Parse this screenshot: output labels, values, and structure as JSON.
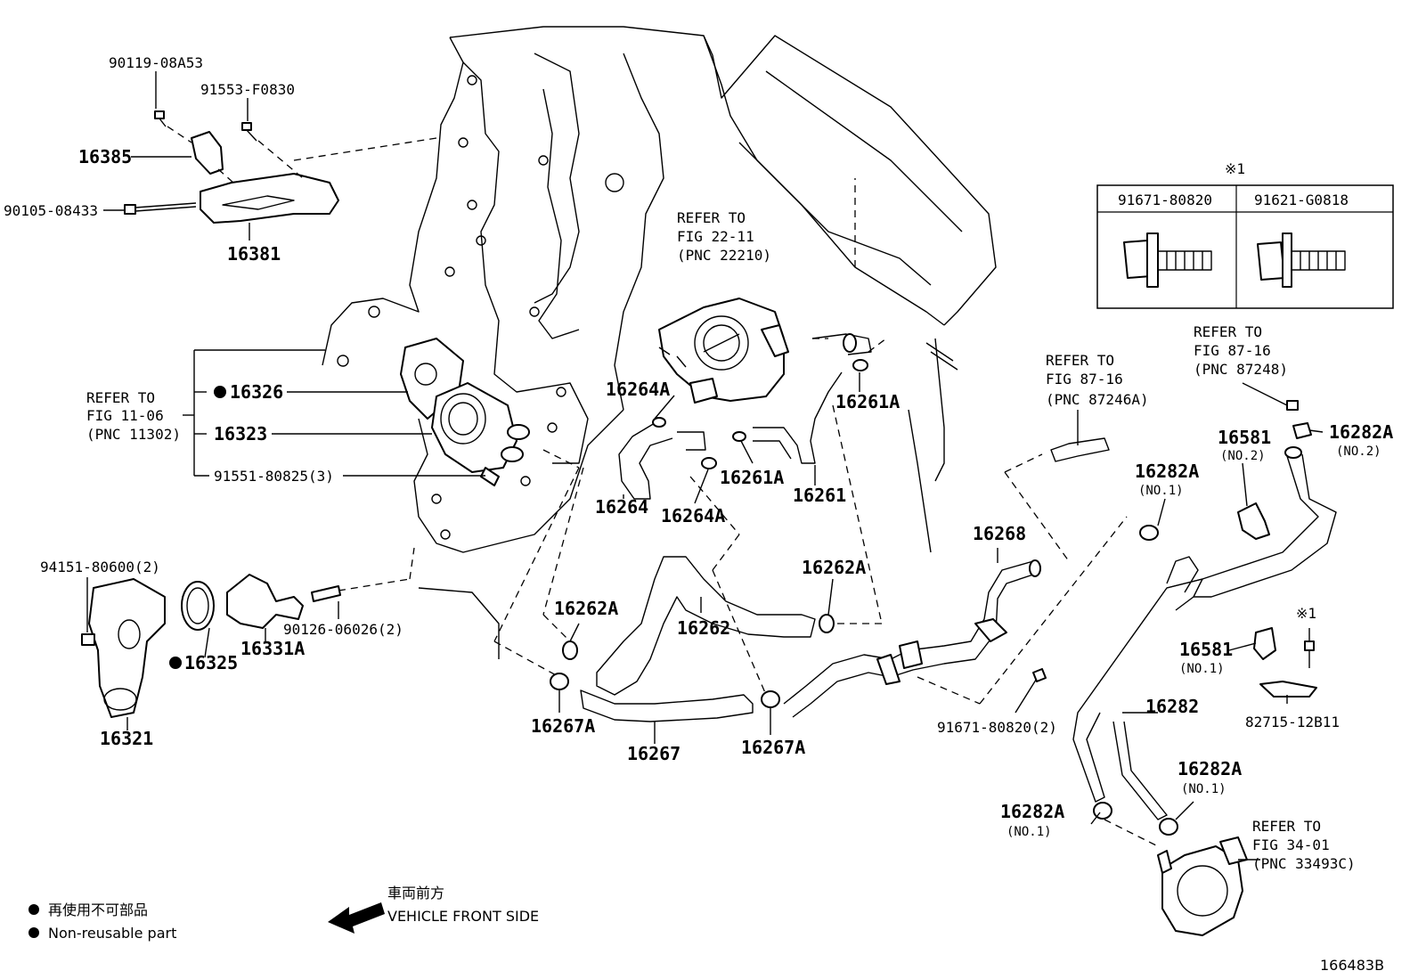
{
  "callouts": {
    "p_9011908A53": "90119-08A53",
    "p_91553F0830": "91553-F0830",
    "p_16385": "16385",
    "p_9010508433": "90105-08433",
    "p_16381": "16381",
    "refer_fig1106": "REFER TO",
    "refer_fig1106_b": "FIG 11-06",
    "refer_fig1106_c": "(PNC 11302)",
    "p_16326": "16326",
    "p_16323": "16323",
    "p_9155180825": "91551-80825(3)",
    "p_9415180600": "94151-80600(2)",
    "p_16325": "16325",
    "p_16331A": "16331A",
    "p_9012606026": "90126-06026(2)",
    "p_16321": "16321",
    "refer_fig2211": "REFER TO",
    "refer_fig2211_b": "FIG 22-11",
    "refer_fig2211_c": "(PNC 22210)",
    "p_16264A_top": "16264A",
    "p_16264": "16264",
    "p_16264A_bot": "16264A",
    "p_16261A_mid": "16261A",
    "p_16261A_top": "16261A",
    "p_16261": "16261",
    "p_16262A_left": "16262A",
    "p_16262": "16262",
    "p_16262A_right": "16262A",
    "p_16267A_left": "16267A",
    "p_16267": "16267",
    "p_16267A_right": "16267A",
    "p_16268": "16268",
    "refer_fig8716a": "REFER TO",
    "refer_fig8716a_b": "FIG 87-16",
    "refer_fig8716a_c": "(PNC 87246A)",
    "refer_fig8716b": "REFER TO",
    "refer_fig8716b_b": "FIG 87-16",
    "refer_fig8716b_c": "(PNC 87248)",
    "p_16581_no2": "16581",
    "p_16581_no2_sub": "(NO.2)",
    "p_16282A_no2": "16282A",
    "p_16282A_no2_sub": "(NO.2)",
    "p_16282A_no1_top": "16282A",
    "p_16282A_no1_top_sub": "(NO.1)",
    "p_16581_no1": "16581",
    "p_16581_no1_sub": "(NO.1)",
    "p_ref1": "※1",
    "p_8271512B11": "82715-12B11",
    "p_16282": "16282",
    "p_9167180820": "91671-80820(2)",
    "p_16282A_no1_mid": "16282A",
    "p_16282A_no1_mid_sub": "(NO.1)",
    "p_16282A_no1_left": "16282A",
    "p_16282A_no1_left_sub": "(NO.1)",
    "refer_fig3401": "REFER TO",
    "refer_fig3401_b": "FIG 34-01",
    "refer_fig3401_c": "(PNC 33493C)"
  },
  "table": {
    "mark": "※1",
    "col1": "91671-80820",
    "col2": "91621-G0818"
  },
  "legend": {
    "jp": "再使用不可部品",
    "en": "Non-reusable part",
    "arrow_jp": "車両前方",
    "arrow_en": "VEHICLE FRONT SIDE"
  },
  "figure_id": "166483B"
}
